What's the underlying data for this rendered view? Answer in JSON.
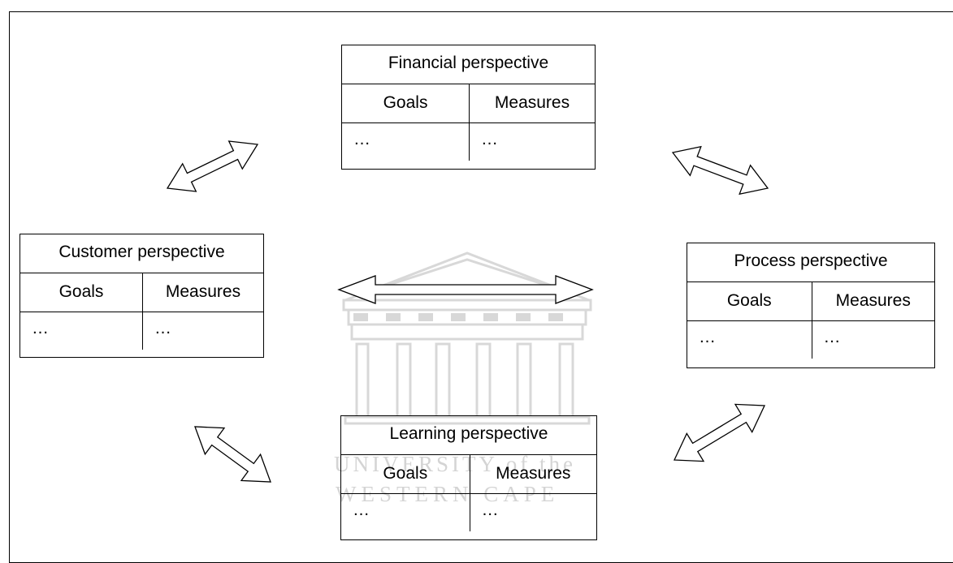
{
  "diagram": {
    "financial": {
      "title": "Financial perspective",
      "col1": "Goals",
      "col2": "Measures",
      "val1": "…",
      "val2": "…"
    },
    "customer": {
      "title": "Customer perspective",
      "col1": "Goals",
      "col2": "Measures",
      "val1": "…",
      "val2": "…"
    },
    "process": {
      "title": "Process perspective",
      "col1": "Goals",
      "col2": "Measures",
      "val1": "…",
      "val2": "…"
    },
    "learning": {
      "title": "Learning perspective",
      "col1": "Goals",
      "col2": "Measures",
      "val1": "…",
      "val2": "…"
    }
  },
  "watermark": {
    "line1": "UNIVERSITY of the",
    "line2": "WESTERN CAPE",
    "icon": "university-building-icon"
  }
}
